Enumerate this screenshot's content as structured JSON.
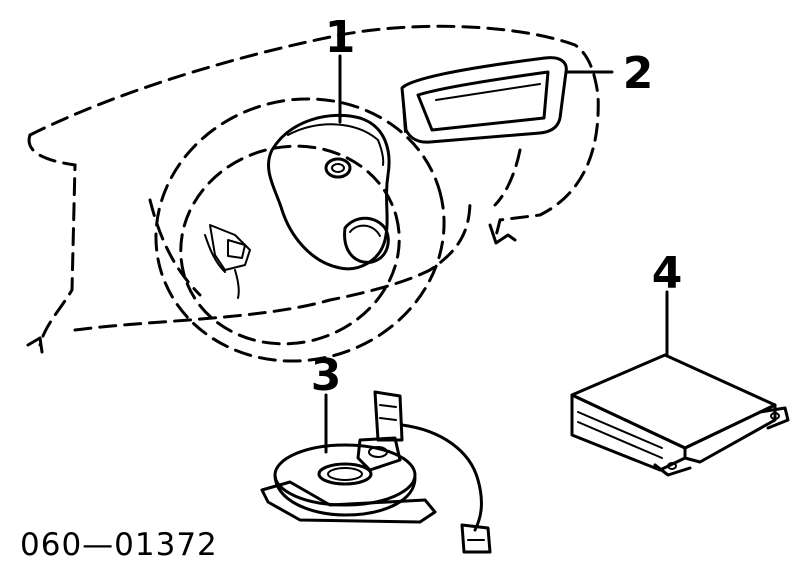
{
  "callouts": [
    {
      "id": "1",
      "text": "1"
    },
    {
      "id": "2",
      "text": "2"
    },
    {
      "id": "3",
      "text": "3"
    },
    {
      "id": "4",
      "text": "4"
    }
  ],
  "part_number": "060—01372"
}
